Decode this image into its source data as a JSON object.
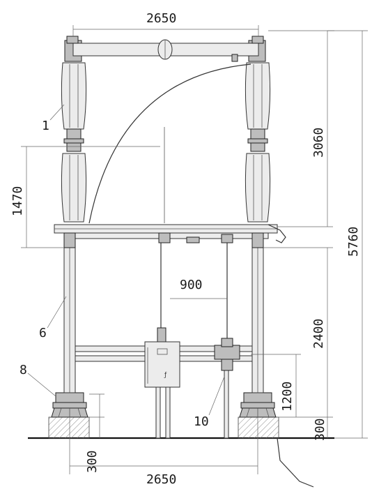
{
  "dimensions": {
    "top_width": "2650",
    "bottom_width": "2650",
    "upper_section": "3060",
    "overall_height": "5760",
    "insulator_height": "1470",
    "mechanism_offset": "900",
    "support_height": "2400",
    "frame_height": "1200",
    "foundation_height_right": "300",
    "foundation_height_left": "300"
  },
  "callouts": {
    "insulator": "1",
    "support_column": "6",
    "base_bracket": "8",
    "operating_mechanism": "10"
  },
  "colors": {
    "line": "#333333",
    "fill_part": "#bdbdbd",
    "background": "#ffffff"
  }
}
